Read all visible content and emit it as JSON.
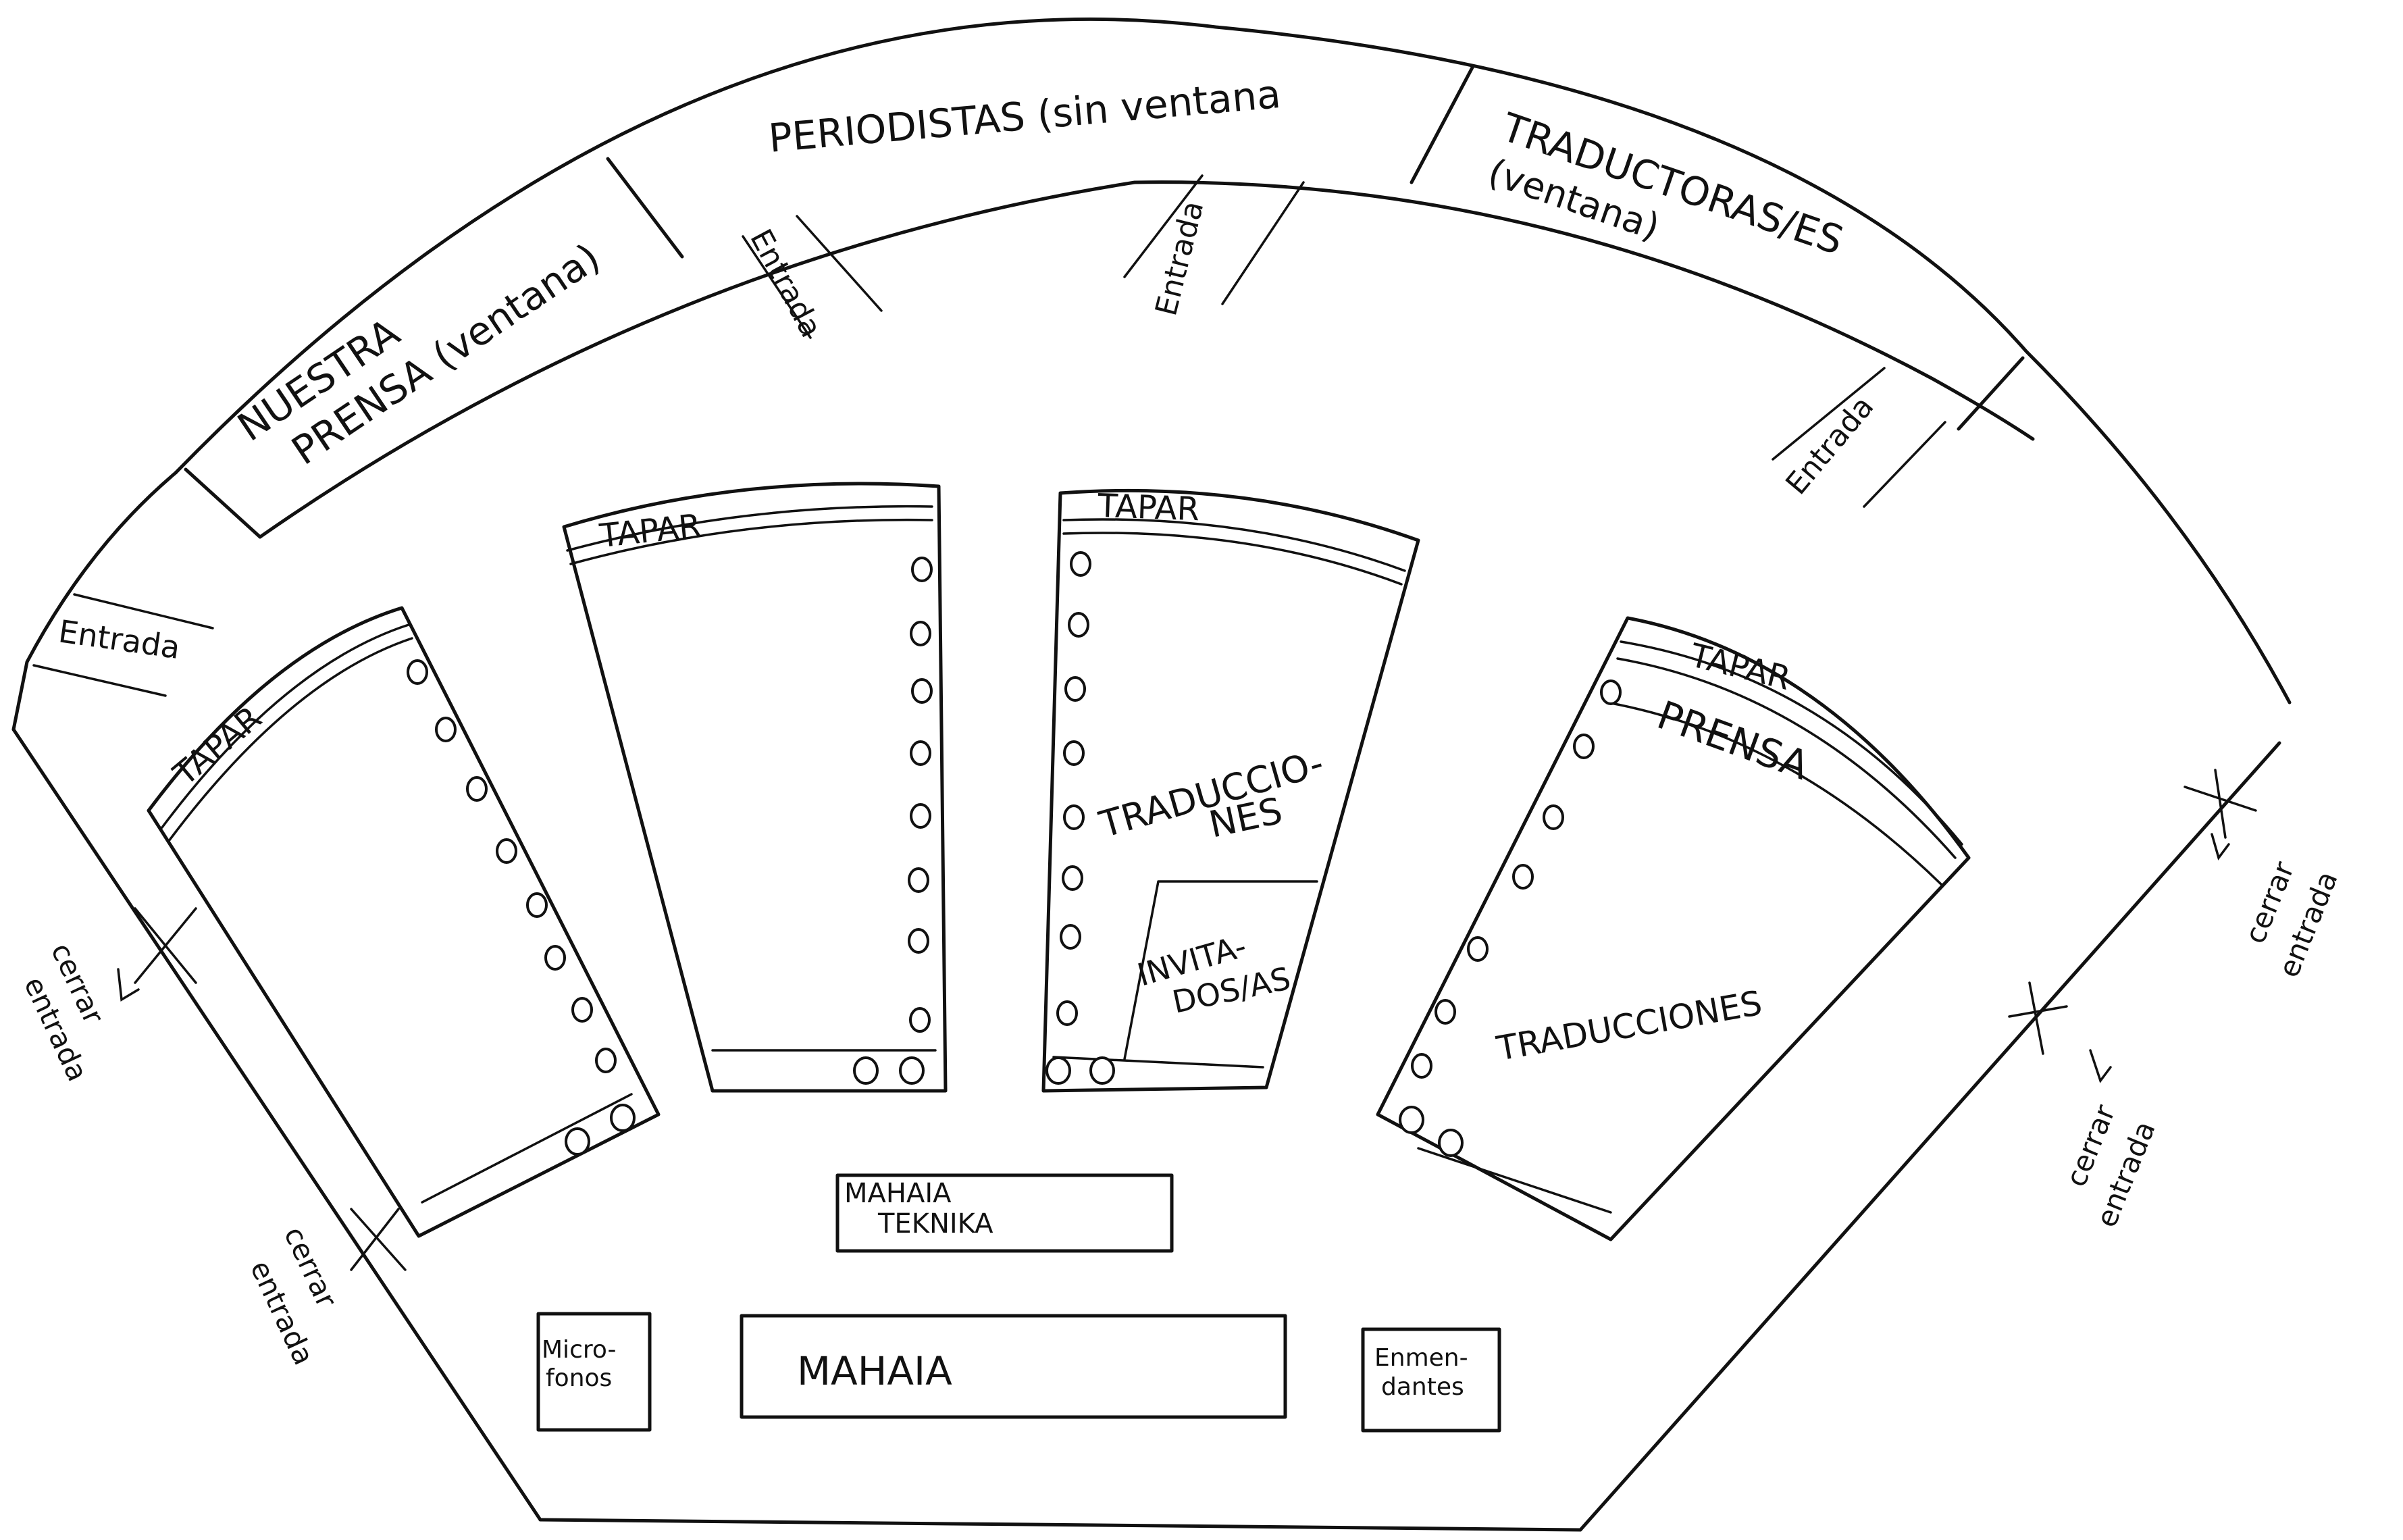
{
  "colors": {
    "ink": "#111111",
    "paper": "#ffffff"
  },
  "outer_band": {
    "nuestra_prensa_1": "NUESTRA",
    "nuestra_prensa_2": "PRENSA (ventana)",
    "periodistas": "PERIODISTAS (sin ventana",
    "traductoras_1": "TRADUCTORAS/ES",
    "traductoras_2": "(ventana)"
  },
  "entrances": {
    "left": "Entrada",
    "band_1": "Entrada",
    "band_2": "Entrada",
    "band_3": "Entrada"
  },
  "blocks": {
    "block_1_tapar": "TAPAR",
    "block_2_tapar": "TAPAR",
    "block_3_tapar": "TAPAR",
    "block_3_label_1": "TRADUCCIO-",
    "block_3_label_2": "NES",
    "invitados_1": "INVITA-",
    "invitados_2": "DOS/AS",
    "block_4_tapar": "TAPAR",
    "block_4_prensa": "PRENSA",
    "block_4_label": "TRADUCCIONES"
  },
  "front": {
    "mahaia_teknika_1": "MAHAIA",
    "mahaia_teknika_2": "TEKNIKA",
    "mahaia": "MAHAIA",
    "microfonos_1": "Micro-",
    "microfonos_2": "fonos",
    "enmendantes_1": "Enmen-",
    "enmendantes_2": "dantes"
  },
  "closures": {
    "left_upper_1": "cerrar",
    "left_upper_2": "entrada",
    "left_lower_1": "cerrar",
    "left_lower_2": "entrada",
    "right_upper_1": "cerrar",
    "right_upper_2": "entrada",
    "right_lower_1": "cerrar",
    "right_lower_2": "entrada"
  }
}
